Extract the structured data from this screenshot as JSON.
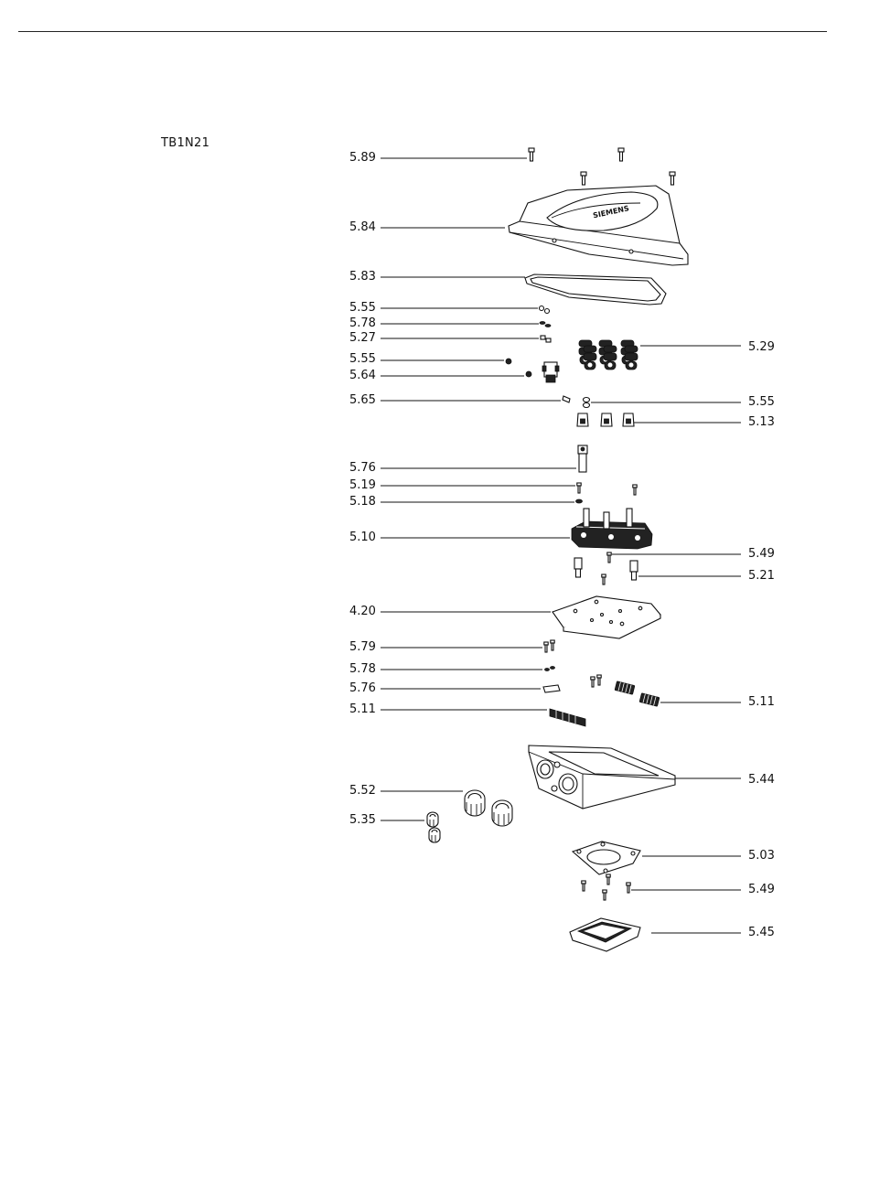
{
  "document": {
    "code": "TB1N21"
  },
  "labels": {
    "l589": "5.89",
    "l584": "5.84",
    "l583": "5.83",
    "l555a": "5.55",
    "l578a": "5.78",
    "l527": "5.27",
    "l555b": "5.55",
    "l564": "5.64",
    "l565": "5.65",
    "l576a": "5.76",
    "l519": "5.19",
    "l518": "5.18",
    "l510": "5.10",
    "l420": "4.20",
    "l579": "5.79",
    "l578b": "5.78",
    "l576b": "5.76",
    "l511a": "5.11",
    "l552": "5.52",
    "l535": "5.35",
    "r529": "5.29",
    "r555": "5.55",
    "r513": "5.13",
    "r549a": "5.49",
    "r521": "5.21",
    "r511": "5.11",
    "r544": "5.44",
    "r503": "5.03",
    "r549b": "5.49",
    "r545": "5.45"
  },
  "cover_brand_text": "SIEMENS"
}
